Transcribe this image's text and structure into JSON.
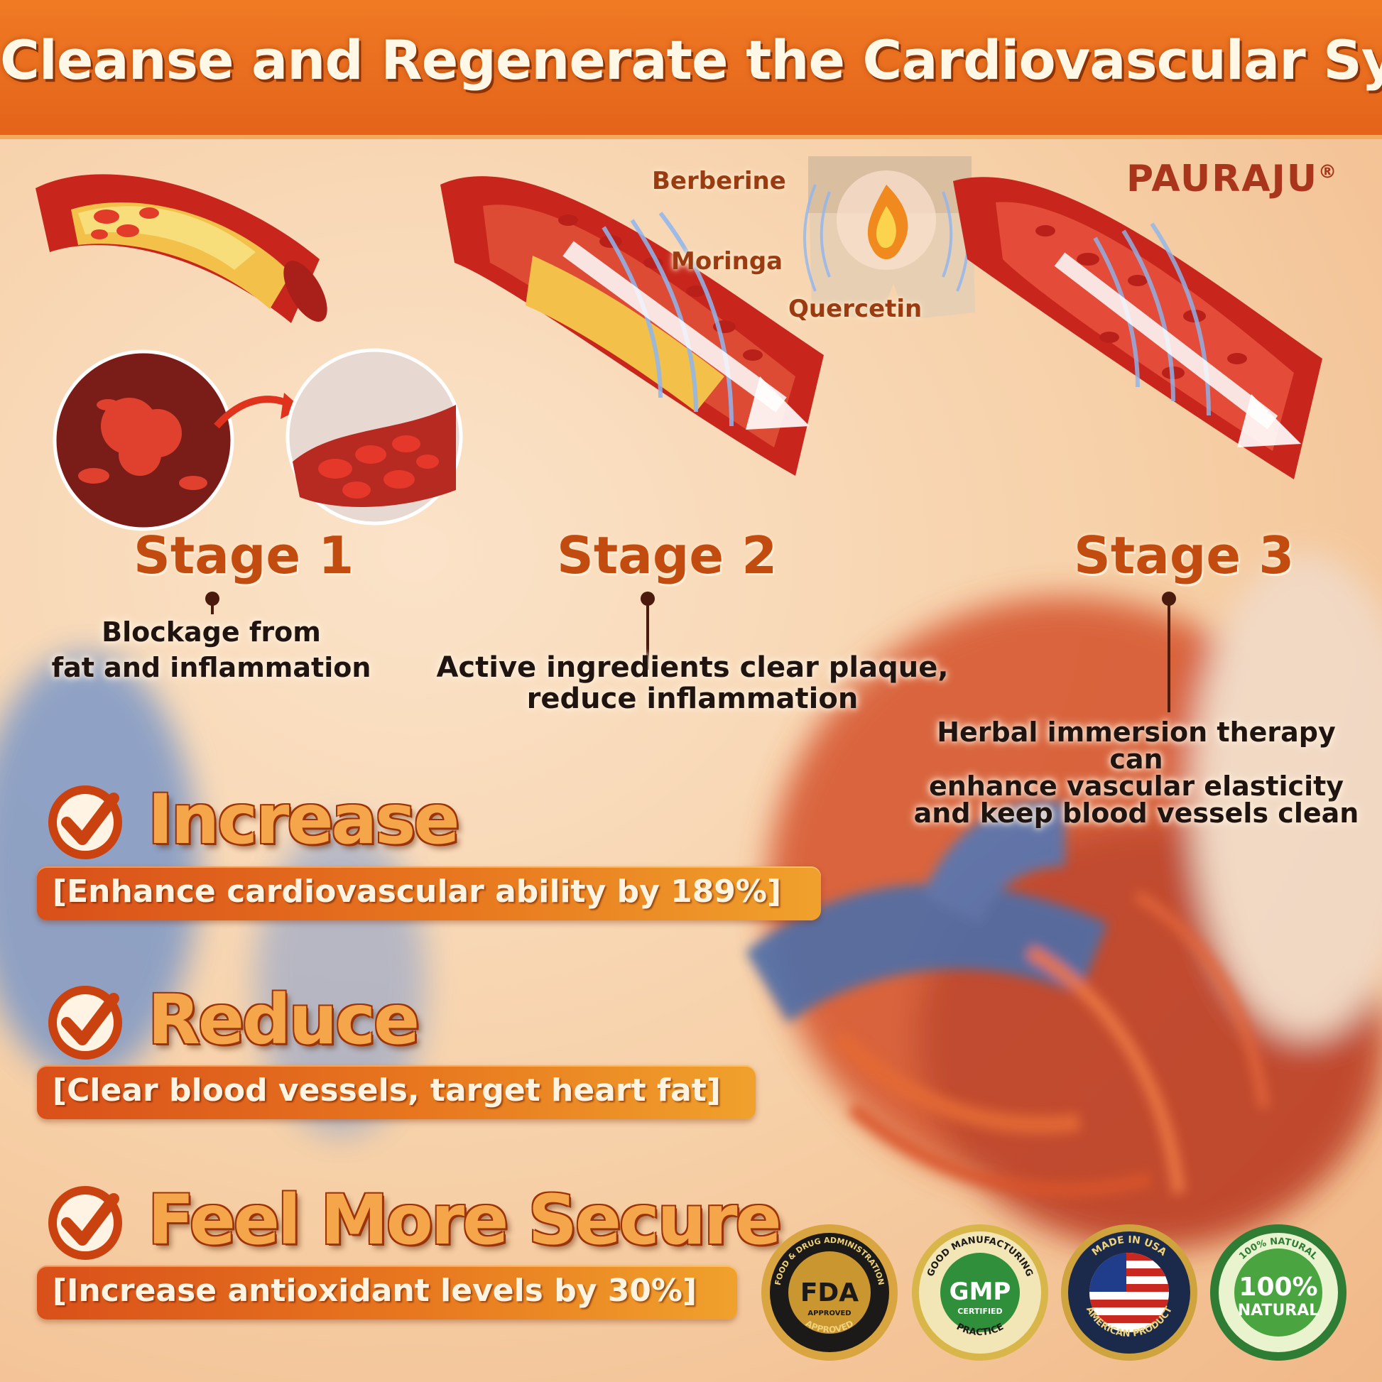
{
  "header": {
    "title": "Cleanse and Regenerate the Cardiovascular System"
  },
  "brand": {
    "name": "PAURAJU",
    "mark": "®"
  },
  "ingredients": [
    "Berberine",
    "Moringa",
    "Quercetin"
  ],
  "stages": [
    {
      "title": "Stage 1",
      "lines": [
        "Blockage from",
        "fat and inflammation"
      ]
    },
    {
      "title": "Stage 2",
      "lines": [
        "Active ingredients clear plaque,",
        "reduce inflammation"
      ]
    },
    {
      "title": "Stage 3",
      "lines": [
        "Herbal immersion therapy can",
        "enhance vascular elasticity",
        "and keep blood vessels clean"
      ]
    }
  ],
  "benefits": [
    {
      "title": "Increase",
      "text": "[Enhance cardiovascular ability by 189%]"
    },
    {
      "title": "Reduce",
      "text": "[Clear blood vessels, target heart fat]"
    },
    {
      "title": "Feel More Secure",
      "text": "[Increase antioxidant levels by 30%]"
    }
  ],
  "seals": {
    "fda": {
      "ring": "FOOD & DRUG ADMINISTRATION",
      "center": "FDA",
      "sub": "APPROVED",
      "bottom": "APPROVED"
    },
    "gmp": {
      "ring": "GOOD MANUFACTURING",
      "center": "GMP",
      "sub": "CERTIFIED",
      "bottom": "PRACTICE"
    },
    "usa": {
      "ring": "MADE IN USA",
      "bottom": "AMERICAN PRODUCT"
    },
    "natural": {
      "ring": "100% NATURAL",
      "center": "100%",
      "sub": "NATURAL"
    }
  },
  "colors": {
    "header": "#e4641a",
    "title_text": "#fff8e6",
    "stage_title": "#c24c10",
    "bar_start": "#d9501a",
    "bar_end": "#f0a12c",
    "brand": "#a8351c"
  }
}
